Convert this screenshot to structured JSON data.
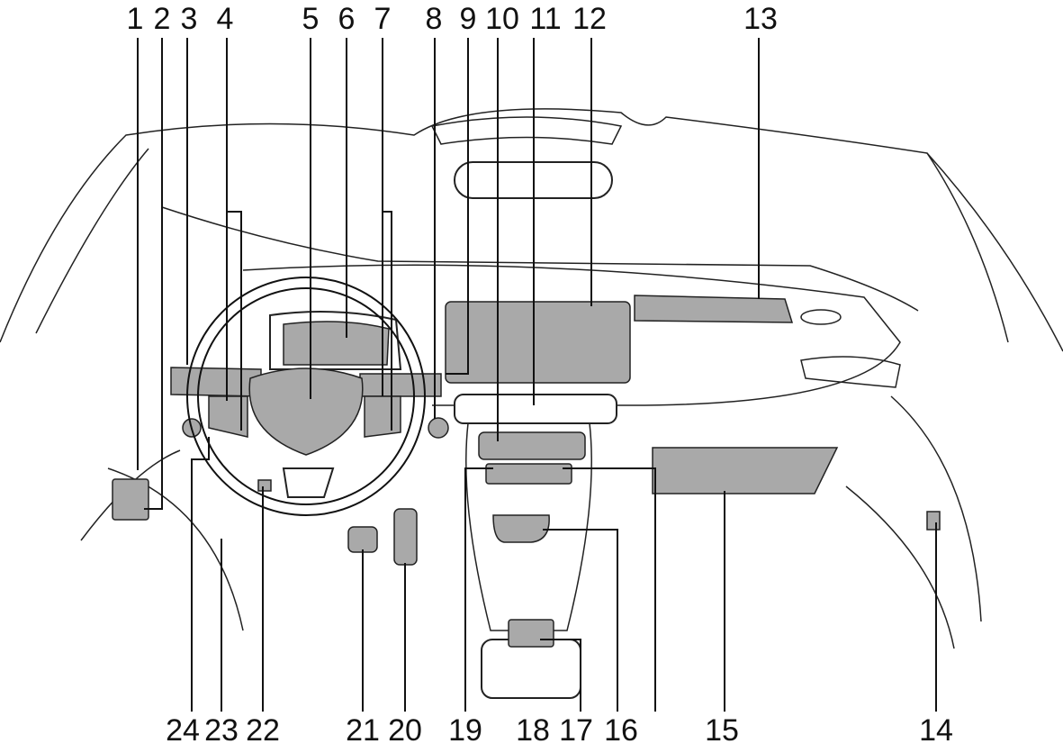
{
  "title": "Dashboard overview",
  "colors": {
    "highlight": "#a9a9a9",
    "line": "#111111"
  },
  "callouts": [
    "1",
    "2",
    "3",
    "4",
    "5",
    "6",
    "7",
    "8",
    "9",
    "10",
    "11",
    "12",
    "13",
    "14",
    "15",
    "16",
    "17",
    "18",
    "19",
    "20",
    "21",
    "22",
    "23",
    "24"
  ]
}
